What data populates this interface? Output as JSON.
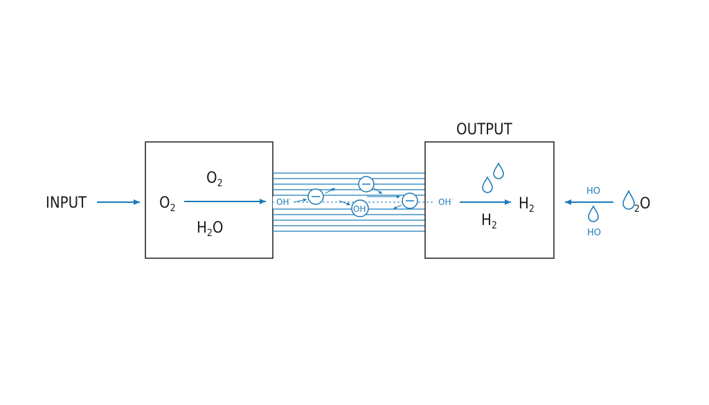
{
  "labels": {
    "input": "INPUT",
    "output": "OUTPUT",
    "left_o2_top": "O",
    "left_o2_top_sub": "2",
    "left_o2": "O",
    "left_o2_sub": "2",
    "left_h2o_h": "H",
    "left_h2o_sub": "2",
    "left_h2o_o": "O",
    "oh_left": "OH",
    "oh_left_sup": "⁻",
    "oh_mid": "OH",
    "oh_mid_sup": "⁻",
    "oh_right": "OH",
    "oh_right_sup": "⁻",
    "right_h2_mid": "H",
    "right_h2_mid_sub": "2",
    "right_h2_bot": "H",
    "right_h2_bot_sub": "2",
    "ho_top": "HO",
    "ho_bot": "HO",
    "far_sub": "2",
    "far_o": "O"
  },
  "colors": {
    "accent": "#1a7ab8",
    "ink": "#1a1a1a"
  },
  "icons": [
    "water-drop-icon",
    "electron-icon",
    "arrow-right-icon",
    "arrow-left-icon"
  ]
}
